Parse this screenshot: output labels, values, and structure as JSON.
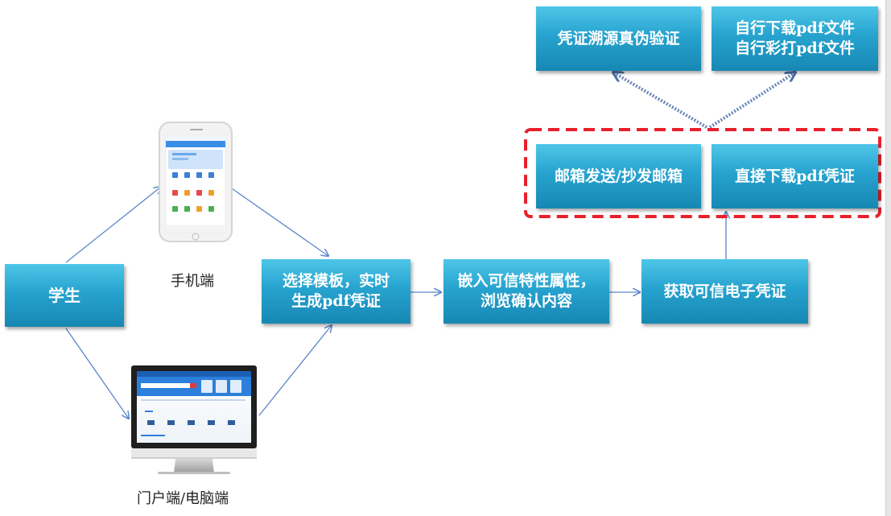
{
  "nodes": {
    "student": "学生",
    "mobile_label": "手机端",
    "pc_label": "门户端/电脑端",
    "select_template": "选择模板，实时\n生成pdf凭证",
    "embed": "嵌入可信特性属性，\n浏览确认内容",
    "obtain": "获取可信电子凭证",
    "email": "邮箱发送/抄发邮箱",
    "download": "直接下载pdf凭证",
    "verify": "凭证溯源真伪验证",
    "selfprint": "自行下载pdf文件\n自行彩打pdf文件"
  },
  "colors": {
    "box_top": "#4ec6e8",
    "box_bottom": "#1787b3",
    "arrow": "#5b86c9",
    "dashed_frame": "#e8202a",
    "dotted_arrow": "#6a86b8"
  },
  "icons": {
    "phone": "smartphone-icon",
    "monitor": "desktop-monitor-icon"
  }
}
